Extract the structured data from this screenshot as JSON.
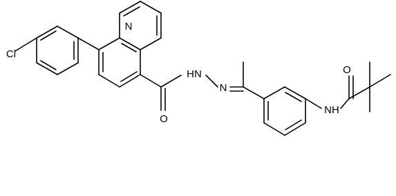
{
  "labels": {
    "cl": "Cl",
    "n_quinoline": "N",
    "o_hydrazide": "O",
    "nh_hydrazide": "HN",
    "n_imine": "N",
    "nh_amide": "NH",
    "o_amide": "O"
  },
  "colors": {
    "bond": "#000000",
    "label": "#000000",
    "background": "#ffffff"
  }
}
